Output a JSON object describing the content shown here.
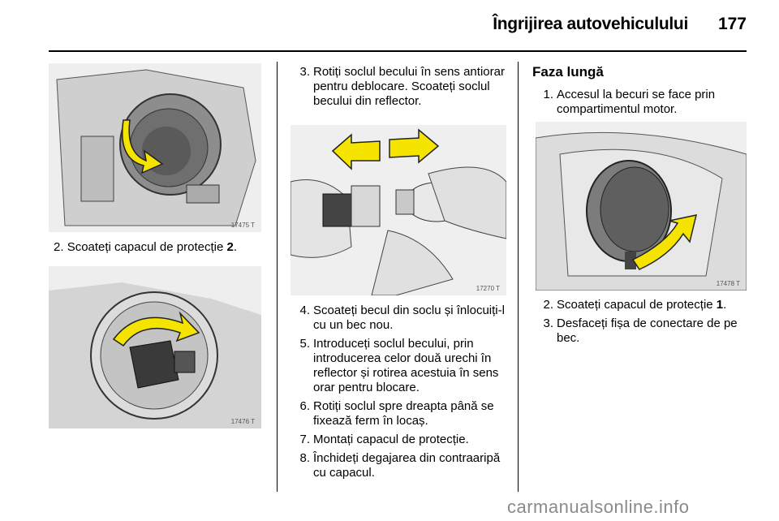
{
  "header": {
    "title": "Îngrijirea autovehiculului",
    "page_number": "177"
  },
  "column1": {
    "figure1": {
      "number": "17475 T"
    },
    "step2": {
      "num": "2.",
      "text": "Scoateți capacul de protecție ",
      "bold": "2",
      "end": "."
    },
    "figure2": {
      "number": "17476 T"
    }
  },
  "column2": {
    "step3": {
      "num": "3.",
      "text": "Rotiți soclul becului în sens antiorar pentru deblocare. Scoateți soclul becului din reflector."
    },
    "figure3": {
      "number": "17270 T"
    },
    "steps": [
      {
        "num": "4.",
        "text": "Scoateți becul din soclu și înlocuiți-l cu un bec nou."
      },
      {
        "num": "5.",
        "text": "Introduceți soclul becului, prin introducerea celor două urechi în reflector și rotirea acestuia în sens orar pentru blocare."
      },
      {
        "num": "6.",
        "text": "Rotiți soclul spre dreapta până se fixează ferm în locaș."
      },
      {
        "num": "7.",
        "text": "Montați capacul de protecție."
      },
      {
        "num": "8.",
        "text": "Închideți degajarea din contraaripă cu capacul."
      }
    ]
  },
  "column3": {
    "heading": "Faza lungă",
    "step1": {
      "num": "1.",
      "text": "Accesul la becuri se face prin compartimentul motor."
    },
    "figure4": {
      "number": "17478 T"
    },
    "step2": {
      "num": "2.",
      "text": "Scoateți capacul de protecție ",
      "bold": "1",
      "end": "."
    },
    "step3": {
      "num": "3.",
      "text": "Desfaceți fișa de conectare de pe bec."
    }
  },
  "watermark": "carmanualsonline.info",
  "colors": {
    "arrow_yellow": "#f4e400",
    "illustration_gray": "#9a9a9a"
  }
}
